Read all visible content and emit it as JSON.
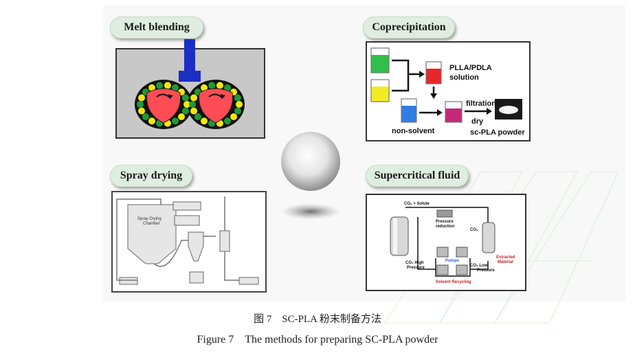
{
  "panels": {
    "melt_blending": {
      "title": "Melt blending"
    },
    "coprecipitation": {
      "title": "Coprecipitation",
      "solution_label_line1": "PLLA/PDLA",
      "solution_label_line2": "solution",
      "filtration_label": "filtration",
      "dry_label": "dry",
      "non_solvent_label": "non-solvent",
      "product_label": "sc-PLA powder"
    },
    "spray_drying": {
      "title": "Spray drying",
      "chamber_label_line1": "Spray Drying",
      "chamber_label_line2": "Chamber"
    },
    "supercritical_fluid": {
      "title": "Supercritical fluid",
      "co2_solute": "CO₂ + Solute",
      "pressure_reduction_line1": "Pressure",
      "pressure_reduction_line2": "reduction",
      "co2_top": "CO₂",
      "extracted_line1": "Extracted",
      "extracted_line2": "Material",
      "co2_high_line1": "CO₂ High",
      "co2_high_line2": "Pressure",
      "pumps": "Pumps",
      "co2_low_line1": "CO₂ Low",
      "co2_low_line2": "Pressure",
      "solvent_recycling": "Solvent Recycling"
    }
  },
  "caption": {
    "chinese": "图 7　SC-PLA 粉末制备方法",
    "english": "Figure 7　The methods for preparing SC-PLA powder"
  },
  "colors": {
    "pill_bg": "#dfeee0",
    "extruder_blue": "#1b2fc4",
    "rotor_red": "#ff4c55",
    "bead_green": "#1f9a37",
    "bead_yellow": "#f2e80e",
    "beaker_green": "#2fbf4a",
    "beaker_yellow": "#f3ec25",
    "beaker_red": "#e8262c",
    "beaker_blue": "#2f7de0",
    "beaker_magenta": "#c4287a",
    "extracted_red": "#c81e1e",
    "recycling_red": "#c81e1e"
  },
  "icons": [
    "extruder-rotor-icon",
    "beaker-icon",
    "powder-dish-icon",
    "spray-dryer-icon",
    "extraction-vessel-icon",
    "pump-icon"
  ]
}
